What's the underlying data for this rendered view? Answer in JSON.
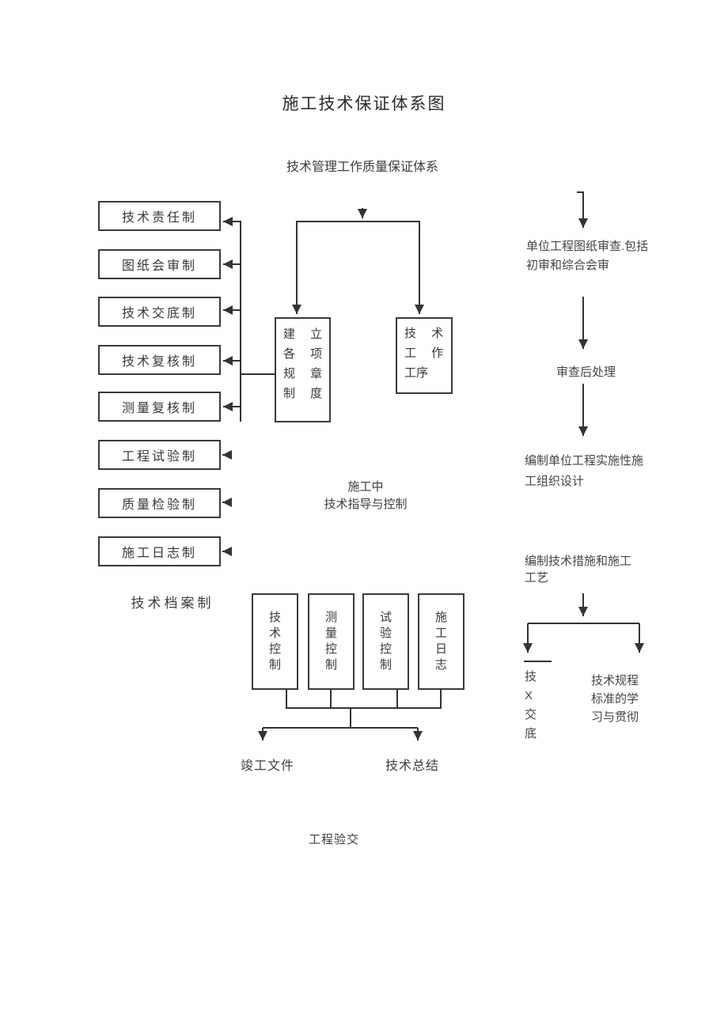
{
  "title": "施工技术保证体系图",
  "subtitle": "技术管理工作质量保证体系",
  "left_column": {
    "boxes": [
      "技术责任制",
      "图纸会审制",
      "技术交底制",
      "技术复核制",
      "测量复核制",
      "工程试验制",
      "质量检验制",
      "施工日志制"
    ],
    "footer_label": "技术档案制"
  },
  "center": {
    "rules_box_rows": [
      "建 立",
      "各 项",
      "规 章",
      "制 度"
    ],
    "process_box_rows": [
      "技 术",
      "工 作",
      "工序"
    ],
    "stage_label_line1": "施工中",
    "stage_label_line2": "技术指导与控制",
    "control_boxes": [
      "技术控制",
      "测量控制",
      "试验控制",
      "施工日志"
    ],
    "output_left": "竣工文件",
    "output_right": "技术总结",
    "bottom_label": "工程验交"
  },
  "right_column": {
    "step1": [
      "单位工程图纸审查.包括",
      "初审和综合会审"
    ],
    "step2": "审查后处理",
    "step3": [
      "编制单位工程实施性施",
      "工组织设计"
    ],
    "step4": [
      "编制技术措施和施工",
      "工艺"
    ],
    "branch_left": [
      "技",
      "X",
      "交",
      "底"
    ],
    "branch_right": [
      "技术规程",
      "标准的学",
      "习与贯彻"
    ]
  },
  "colors": {
    "line": "#333333",
    "text": "#3d3d3d",
    "background": "#ffffff"
  }
}
